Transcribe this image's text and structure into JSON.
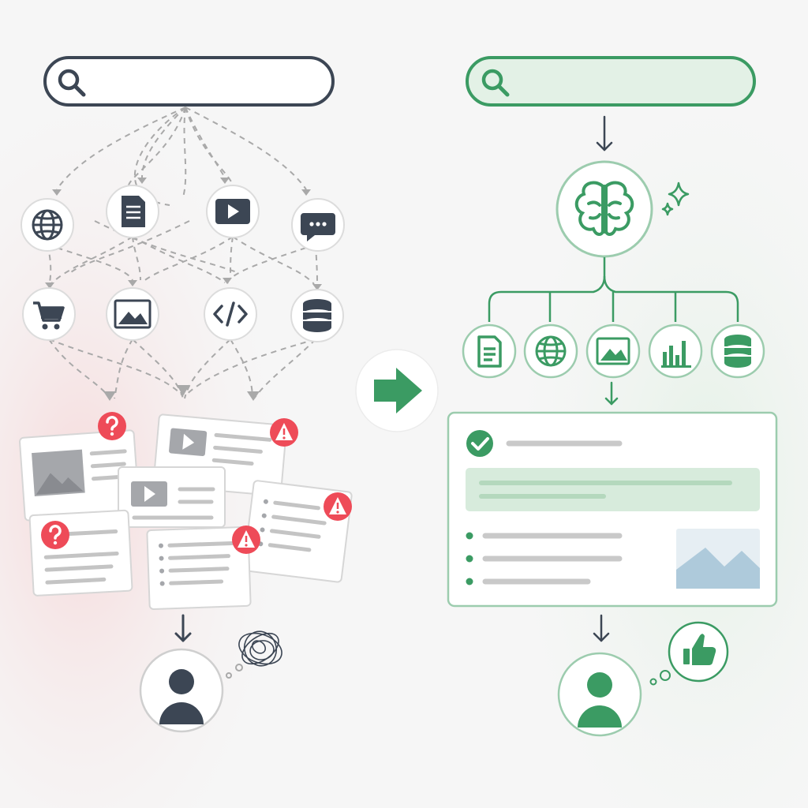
{
  "left_flow": {
    "search_input": {
      "value": ""
    },
    "source_icons": [
      "globe-icon",
      "document-icon",
      "video-icon",
      "chat-icon",
      "cart-icon",
      "image-icon",
      "code-icon",
      "database-icon"
    ],
    "result_cards": [
      "image-card",
      "video-card",
      "video-card",
      "text-card",
      "list-card",
      "list-card"
    ],
    "card_badges": [
      "question-badge",
      "warning-badge",
      "warning-badge",
      "question-badge",
      "warning-badge"
    ],
    "user_state": "confused-thought-scribble"
  },
  "center": {
    "icon": "right-arrow-icon"
  },
  "right_flow": {
    "search_input": {
      "value": ""
    },
    "ai_icon": "brain-icon",
    "sparkle_icon": "sparkle-icon",
    "source_icons": [
      "document-icon",
      "globe-icon",
      "image-icon",
      "bar-chart-icon",
      "database-icon"
    ],
    "answer_card": {
      "status_icon": "check-circle-icon",
      "bullet_count": 3,
      "thumbnail": "image-icon"
    },
    "user_state": "thumbs-up-icon"
  },
  "colors": {
    "dark": "#3c4654",
    "gray": "#a9a9a9",
    "light_gray": "#c9c9c9",
    "red": "#ee4b58",
    "green": "#3b9b63",
    "green_light": "#d7ebdc",
    "green_border": "#9cccae",
    "sky": "#aecadb"
  }
}
